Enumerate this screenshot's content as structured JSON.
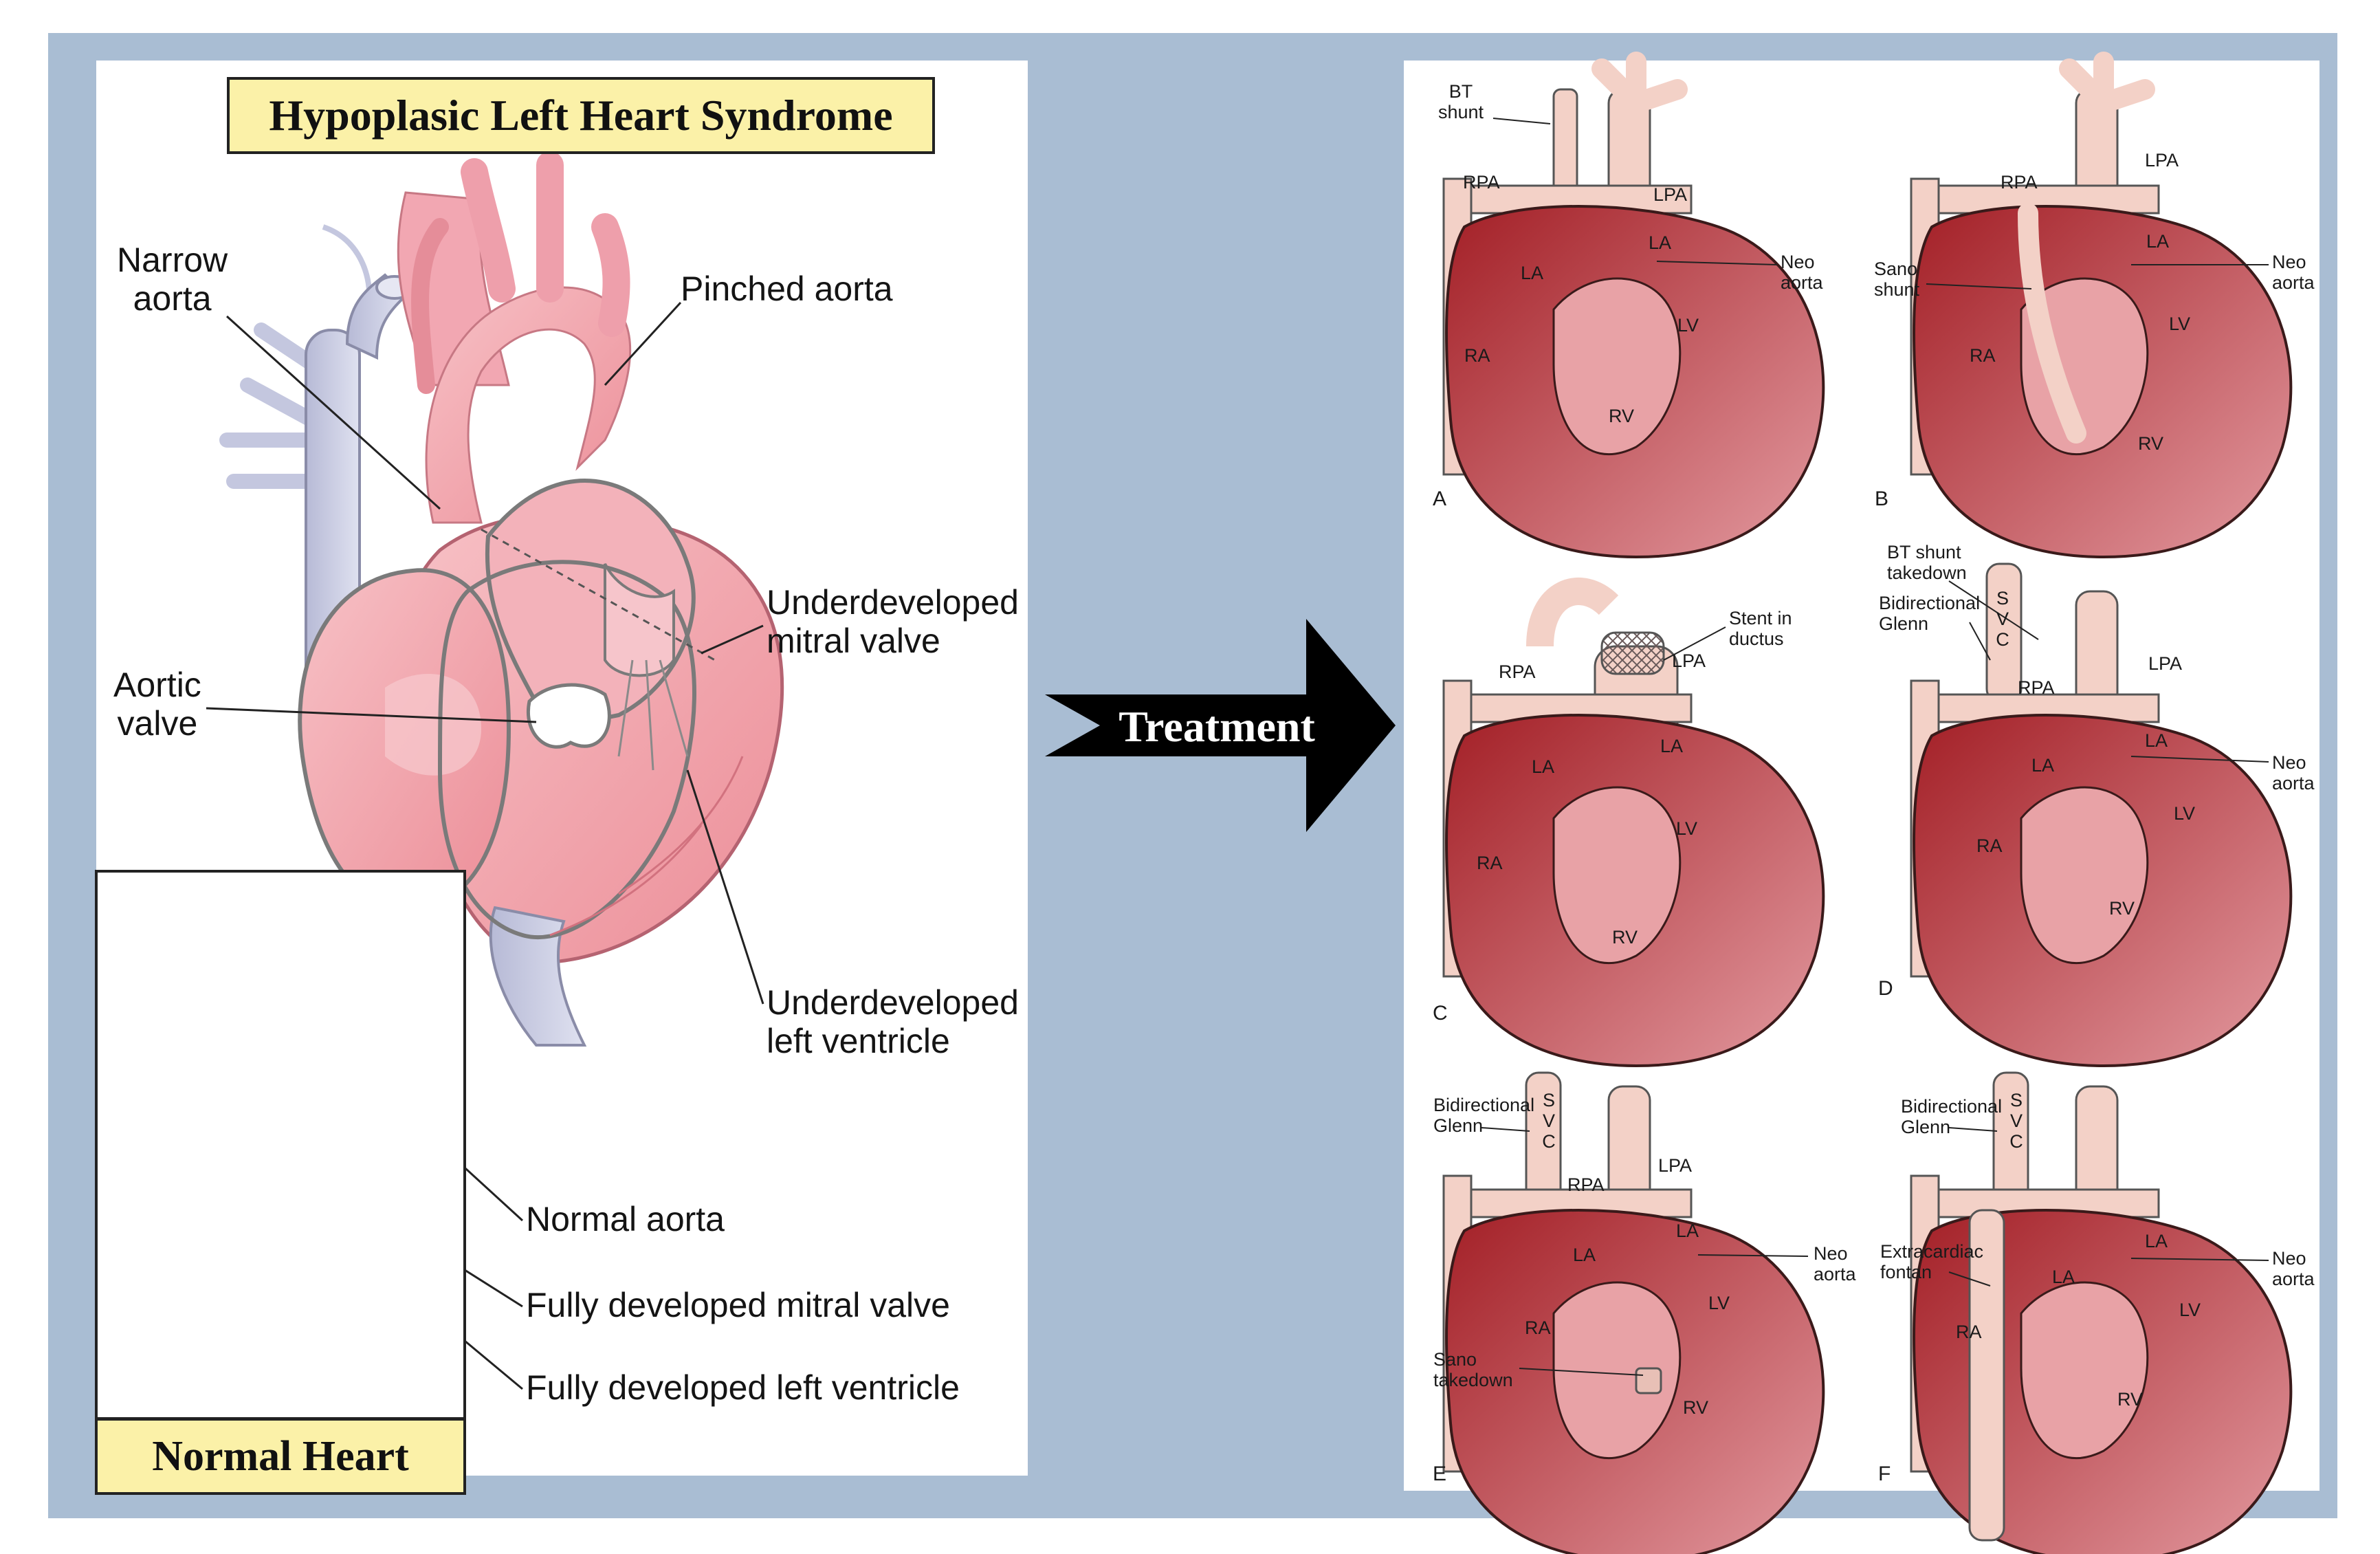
{
  "title": "Hypoplasic Left Heart Syndrome",
  "inset_title": "Normal Heart",
  "arrow_label": "Treatment",
  "left_labels": {
    "narrow_aorta": "Narrow\naorta",
    "pinched_aorta": "Pinched aorta",
    "mitral_valve": "Underdeveloped\nmitral valve",
    "aortic_valve": "Aortic\nvalve",
    "left_ventricle": "Underdeveloped\nleft ventricle",
    "normal_aorta": "Normal aorta",
    "full_mitral": "Fully developed mitral valve",
    "full_ventricle": "Fully developed left ventricle"
  },
  "chambers": {
    "ra": "RA",
    "rv": "RV",
    "la": "LA",
    "lv": "LV",
    "rpa": "RPA",
    "lpa": "LPA",
    "svc": "S V C"
  },
  "panels": [
    {
      "letter": "A",
      "annotations": {
        "bt_shunt": "BT\nshunt",
        "neo_aorta": "Neo\naorta"
      }
    },
    {
      "letter": "B",
      "annotations": {
        "sano_shunt": "Sano\nshunt",
        "neo_aorta": "Neo\naorta"
      }
    },
    {
      "letter": "C",
      "annotations": {
        "stent": "Stent in\nductus"
      }
    },
    {
      "letter": "D",
      "annotations": {
        "bt_takedown": "BT shunt\ntakedown",
        "glenn": "Bidirectional\nGlenn",
        "neo_aorta": "Neo\naorta"
      }
    },
    {
      "letter": "E",
      "annotations": {
        "glenn": "Bidirectional\nGlenn",
        "neo_aorta": "Neo\naorta",
        "sano_takedown": "Sano\ntakedown"
      }
    },
    {
      "letter": "F",
      "annotations": {
        "glenn": "Bidirectional\nGlenn",
        "extracardiac": "Extracardiac\nfontan",
        "neo_aorta": "Neo\naorta"
      }
    }
  ],
  "colors": {
    "background_frame": "#a9bdd3",
    "title_fill": "#fbf1a8",
    "heart_pink": "#f4a7b0",
    "heart_red_dark": "#b5262d",
    "vessel_blue": "#c9cbe3",
    "vessel_peach": "#f3d1c7",
    "arrow": "#000000"
  }
}
